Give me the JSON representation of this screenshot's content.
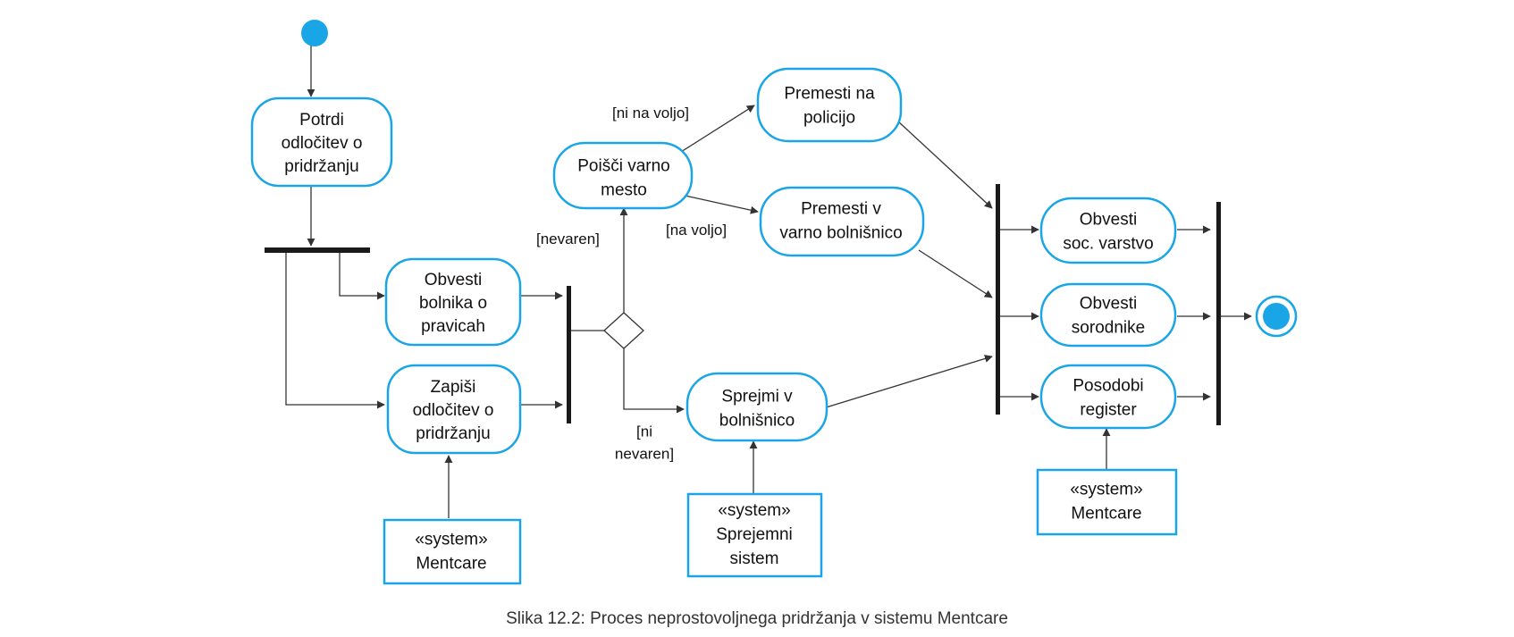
{
  "activities": {
    "potrdi": [
      "Potrdi",
      "odločitev o",
      "pridržanju"
    ],
    "obvesti_bolnika": [
      "Obvesti",
      "bolnika o",
      "pravicah"
    ],
    "zapisi": [
      "Zapiši",
      "odločitev o",
      "pridržanju"
    ],
    "poisci": [
      "Poišči varno",
      "mesto"
    ],
    "premesti_policijo": [
      "Premesti na",
      "policijo"
    ],
    "premesti_bolnisnico": [
      "Premesti v",
      "varno bolnišnico"
    ],
    "sprejmi": [
      "Sprejmi v",
      "bolnišnico"
    ],
    "obvesti_soc": [
      "Obvesti",
      "soc. varstvo"
    ],
    "obvesti_sorodnike": [
      "Obvesti",
      "sorodnike"
    ],
    "posodobi": [
      "Posodobi",
      "register"
    ]
  },
  "systems": {
    "mentcare_1": [
      "«system»",
      "Mentcare"
    ],
    "sprejemni": [
      "«system»",
      "Sprejemni",
      "sistem"
    ],
    "mentcare_2": [
      "«system»",
      "Mentcare"
    ]
  },
  "guards": {
    "nevaren": "[nevaren]",
    "ni_na_voljo": "[ni na voljo]",
    "na_voljo": "[na voljo]",
    "ni_nevaren": [
      "[ni",
      "nevaren]"
    ]
  },
  "caption": "Slika 12.2: Proces neprostovoljnega pridržanja v sistemu Mentcare",
  "colors": {
    "accent": "#1aa6e6",
    "line": "#333333",
    "bar": "#1a1a1a"
  }
}
